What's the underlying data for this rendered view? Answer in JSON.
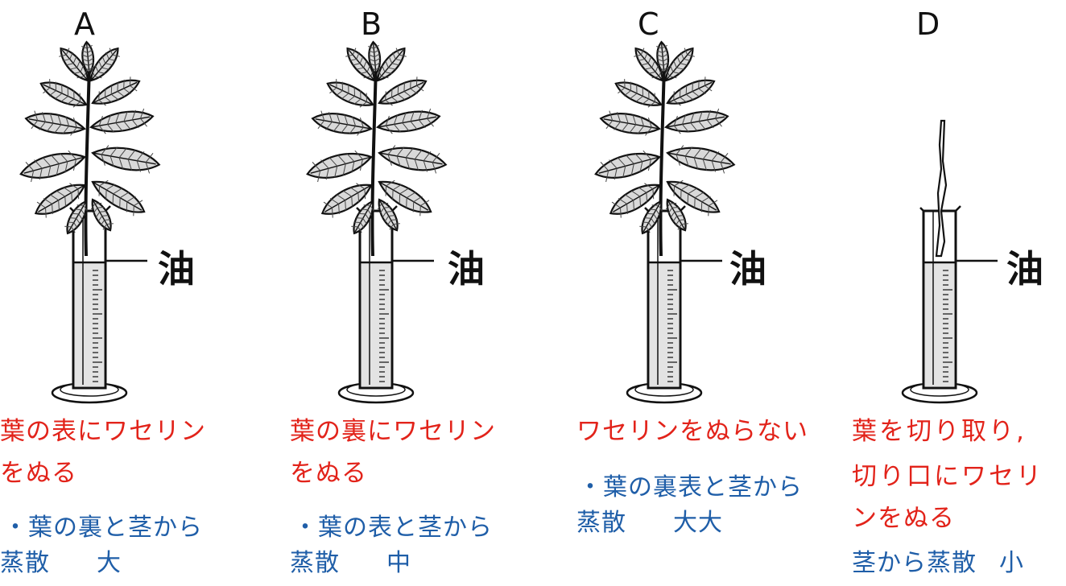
{
  "panels": [
    {
      "letter": "A",
      "oil_label": "油",
      "condition_lines": [
        "葉の表にワセリン",
        "をぬる"
      ],
      "result_lines": [
        "・葉の裏と茎から"
      ],
      "result_tail": {
        "prefix": "蒸散",
        "amount": "大"
      },
      "plant": "leafy"
    },
    {
      "letter": "B",
      "oil_label": "油",
      "condition_lines": [
        "葉の裏にワセリン",
        "をぬる"
      ],
      "result_lines": [
        "・葉の表と茎から"
      ],
      "result_tail": {
        "prefix": "蒸散",
        "amount": "中"
      },
      "plant": "leafy"
    },
    {
      "letter": "C",
      "oil_label": "油",
      "condition_lines": [
        "ワセリンをぬらない"
      ],
      "result_lines": [
        "・葉の裏表と茎から"
      ],
      "result_tail": {
        "prefix": "蒸散",
        "amount": "大大"
      },
      "plant": "leafy"
    },
    {
      "letter": "D",
      "oil_label": "油",
      "condition_lines": [
        "葉を切り取り,",
        "切り口にワセリ",
        "ンをぬる"
      ],
      "result_lines": [],
      "result_tail": {
        "prefix": "茎から蒸散",
        "amount": "小"
      },
      "plant": "stem-only"
    }
  ],
  "colors": {
    "condition_text": "#e2231a",
    "result_text": "#1f5ea8",
    "ink": "#111111"
  }
}
